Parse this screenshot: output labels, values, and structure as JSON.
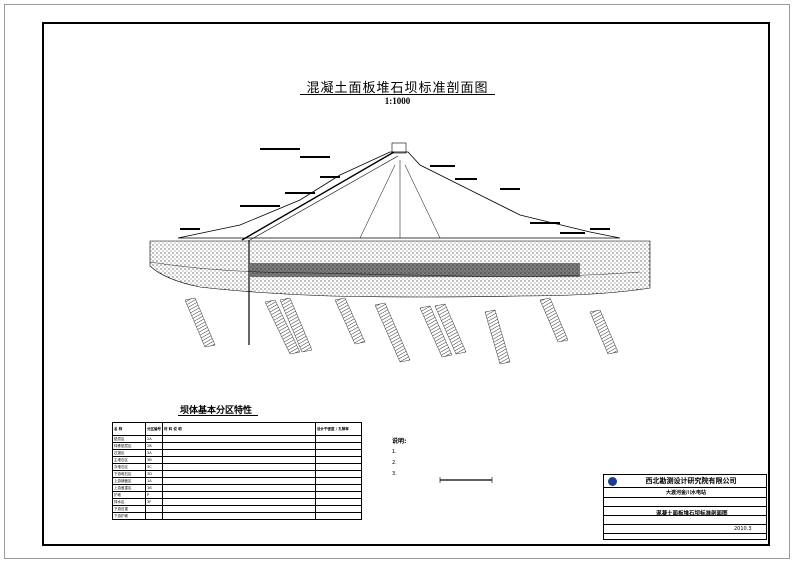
{
  "drawing": {
    "title": "混凝土面板堆石坝标准剖面图",
    "scale": "1:1000"
  },
  "zone_table": {
    "title": "坝体基本分区特性",
    "header": [
      "名 称",
      "分区编号",
      "材 料 说 明",
      "设计干密度 / 孔隙率"
    ],
    "rows": [
      [
        "垫层区",
        "2A",
        "",
        ""
      ],
      [
        "特殊垫层区",
        "2B",
        "",
        ""
      ],
      [
        "过渡区",
        "3A",
        "",
        ""
      ],
      [
        "主堆石区",
        "3B",
        "",
        ""
      ],
      [
        "次堆石区",
        "3C",
        "",
        ""
      ],
      [
        "下游堆石区",
        "3D",
        "",
        ""
      ],
      [
        "上游铺盖区",
        "1A",
        "",
        ""
      ],
      [
        "上游盖重区",
        "1B",
        "",
        ""
      ],
      [
        "护坡",
        "P",
        "",
        ""
      ],
      [
        "排水区",
        "3F",
        "",
        ""
      ],
      [
        "下游压重",
        "",
        "",
        ""
      ],
      [
        "下游护坡",
        "",
        "",
        ""
      ]
    ]
  },
  "notes": {
    "title": "说明:",
    "items": [
      "1.",
      "2.",
      "3."
    ]
  },
  "title_block": {
    "company": "西北勘测设计研究院有限公司",
    "project": "大渡河金川水电站",
    "drawing_name": "混凝土面板堆石坝标准剖面图",
    "date": "2010.3"
  }
}
